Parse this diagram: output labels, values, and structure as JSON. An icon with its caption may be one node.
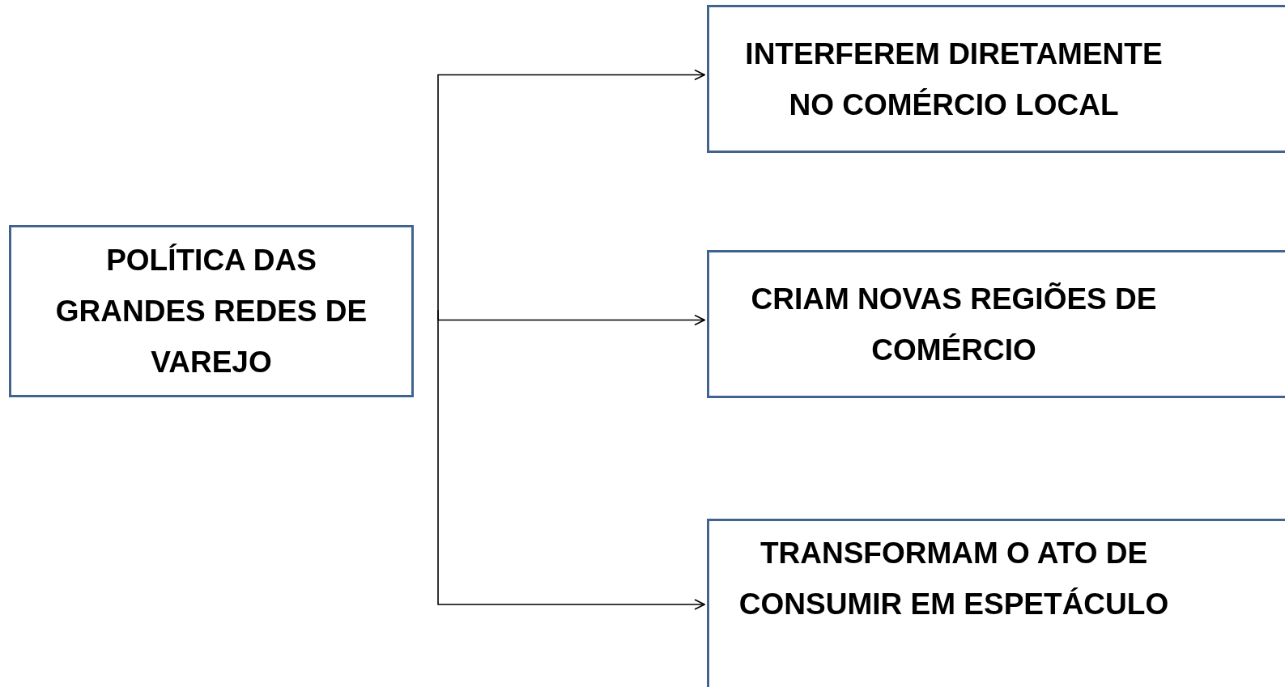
{
  "diagram": {
    "nodes": [
      {
        "text": [
          "POLÍTICA DAS GRANDES REDES DE VAREJO"
        ]
      },
      {
        "text": [
          "INTERFEREM DIRETAMENTE NO COMÉRCIO LOCAL"
        ]
      },
      {
        "text": [
          "CRIAM NOVAS REGIÕES DE COMÉRCIO"
        ]
      },
      {
        "text": [
          "TRANSFORMAM O ATO DE CONSUMIR EM ESPETÁCULO"
        ]
      }
    ],
    "edges": [
      {
        "from": 0,
        "to": 1,
        "arrow": "to"
      },
      {
        "from": 0,
        "to": 2,
        "arrow": "to"
      },
      {
        "from": 0,
        "to": 3,
        "arrow": "to"
      }
    ]
  }
}
